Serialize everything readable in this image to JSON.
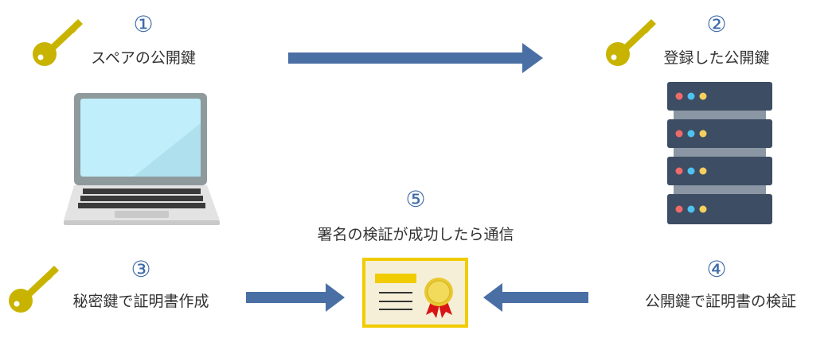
{
  "steps": [
    {
      "number": "①",
      "label": "スペアの公開鍵"
    },
    {
      "number": "②",
      "label": "登録した公開鍵"
    },
    {
      "number": "③",
      "label": "秘密鍵で証明書作成"
    },
    {
      "number": "④",
      "label": "公開鍵で証明書の検証"
    },
    {
      "number": "⑤",
      "label": "署名の検証が成功したら通信"
    }
  ],
  "colors": {
    "arrow": "#4a6fa5",
    "key": "#c8b400",
    "number": "#3e6aa8"
  }
}
